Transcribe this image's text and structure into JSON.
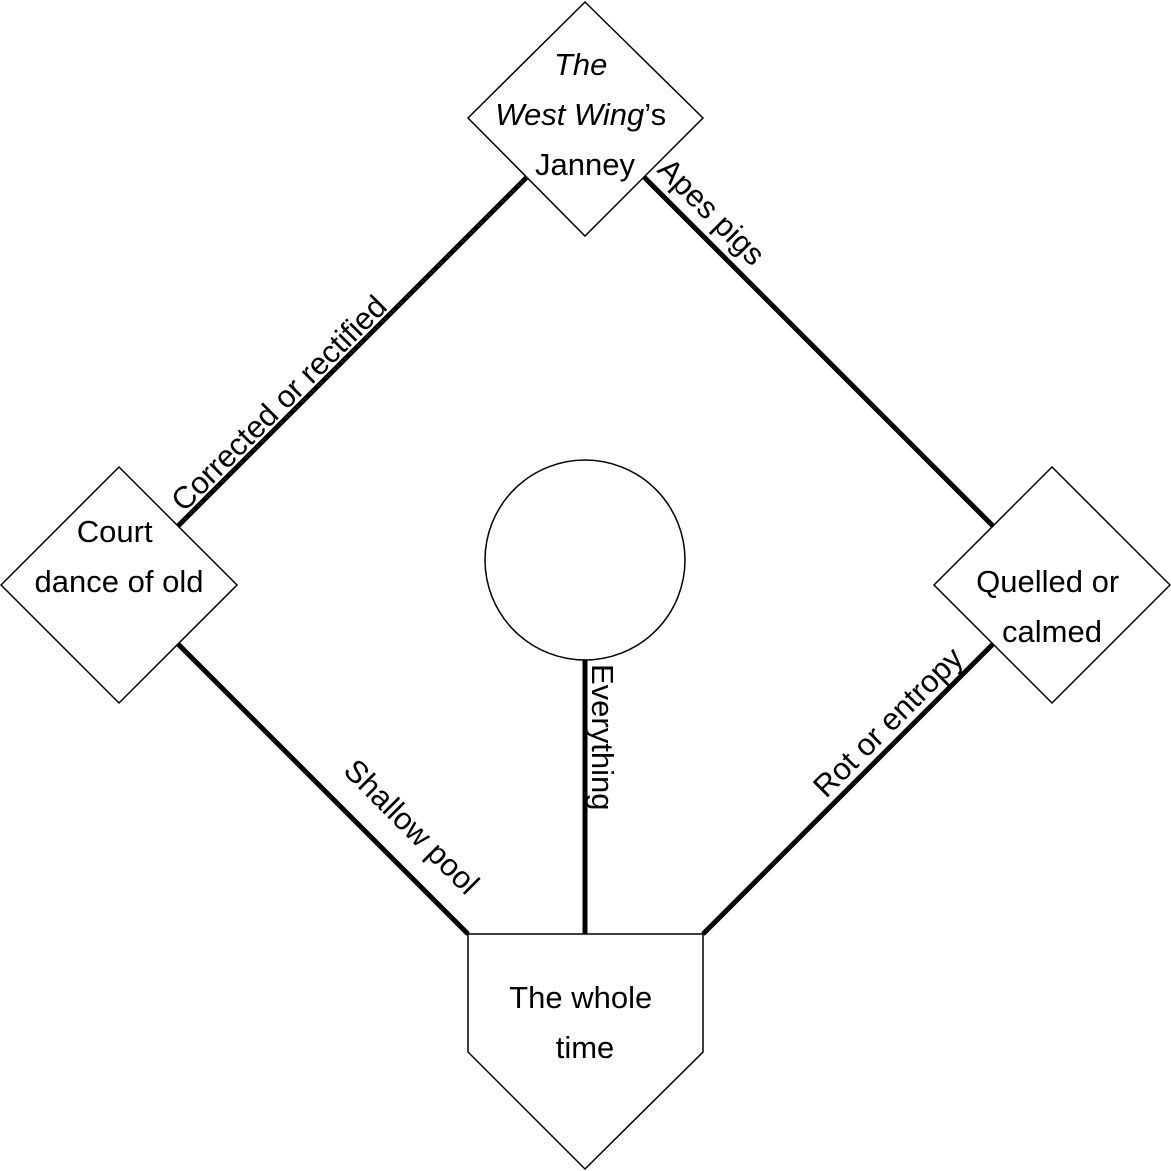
{
  "diagram": {
    "type": "baseball-diamond crossword clue diagram",
    "bases": {
      "second": {
        "lines": [
          {
            "segments": [
              {
                "text": "The",
                "italic": true
              }
            ]
          },
          {
            "segments": [
              {
                "text": "West Wing",
                "italic": true
              },
              {
                "text": "’s",
                "italic": false
              }
            ]
          },
          {
            "segments": [
              {
                "text": "Janney",
                "italic": false
              }
            ]
          }
        ]
      },
      "third": {
        "lines": [
          "Court",
          "dance of old"
        ]
      },
      "first": {
        "lines": [
          "Quelled or",
          "calmed"
        ]
      },
      "home": {
        "lines": [
          "The whole",
          "time"
        ]
      }
    },
    "pitchers_mound": {
      "label": ""
    },
    "edges": {
      "third_to_second": "Corrected or rectified",
      "second_to_first": "Apes pigs",
      "third_to_home": "Shallow pool",
      "first_to_home": "Rot or entropy",
      "mound_to_home": "Everything"
    }
  }
}
